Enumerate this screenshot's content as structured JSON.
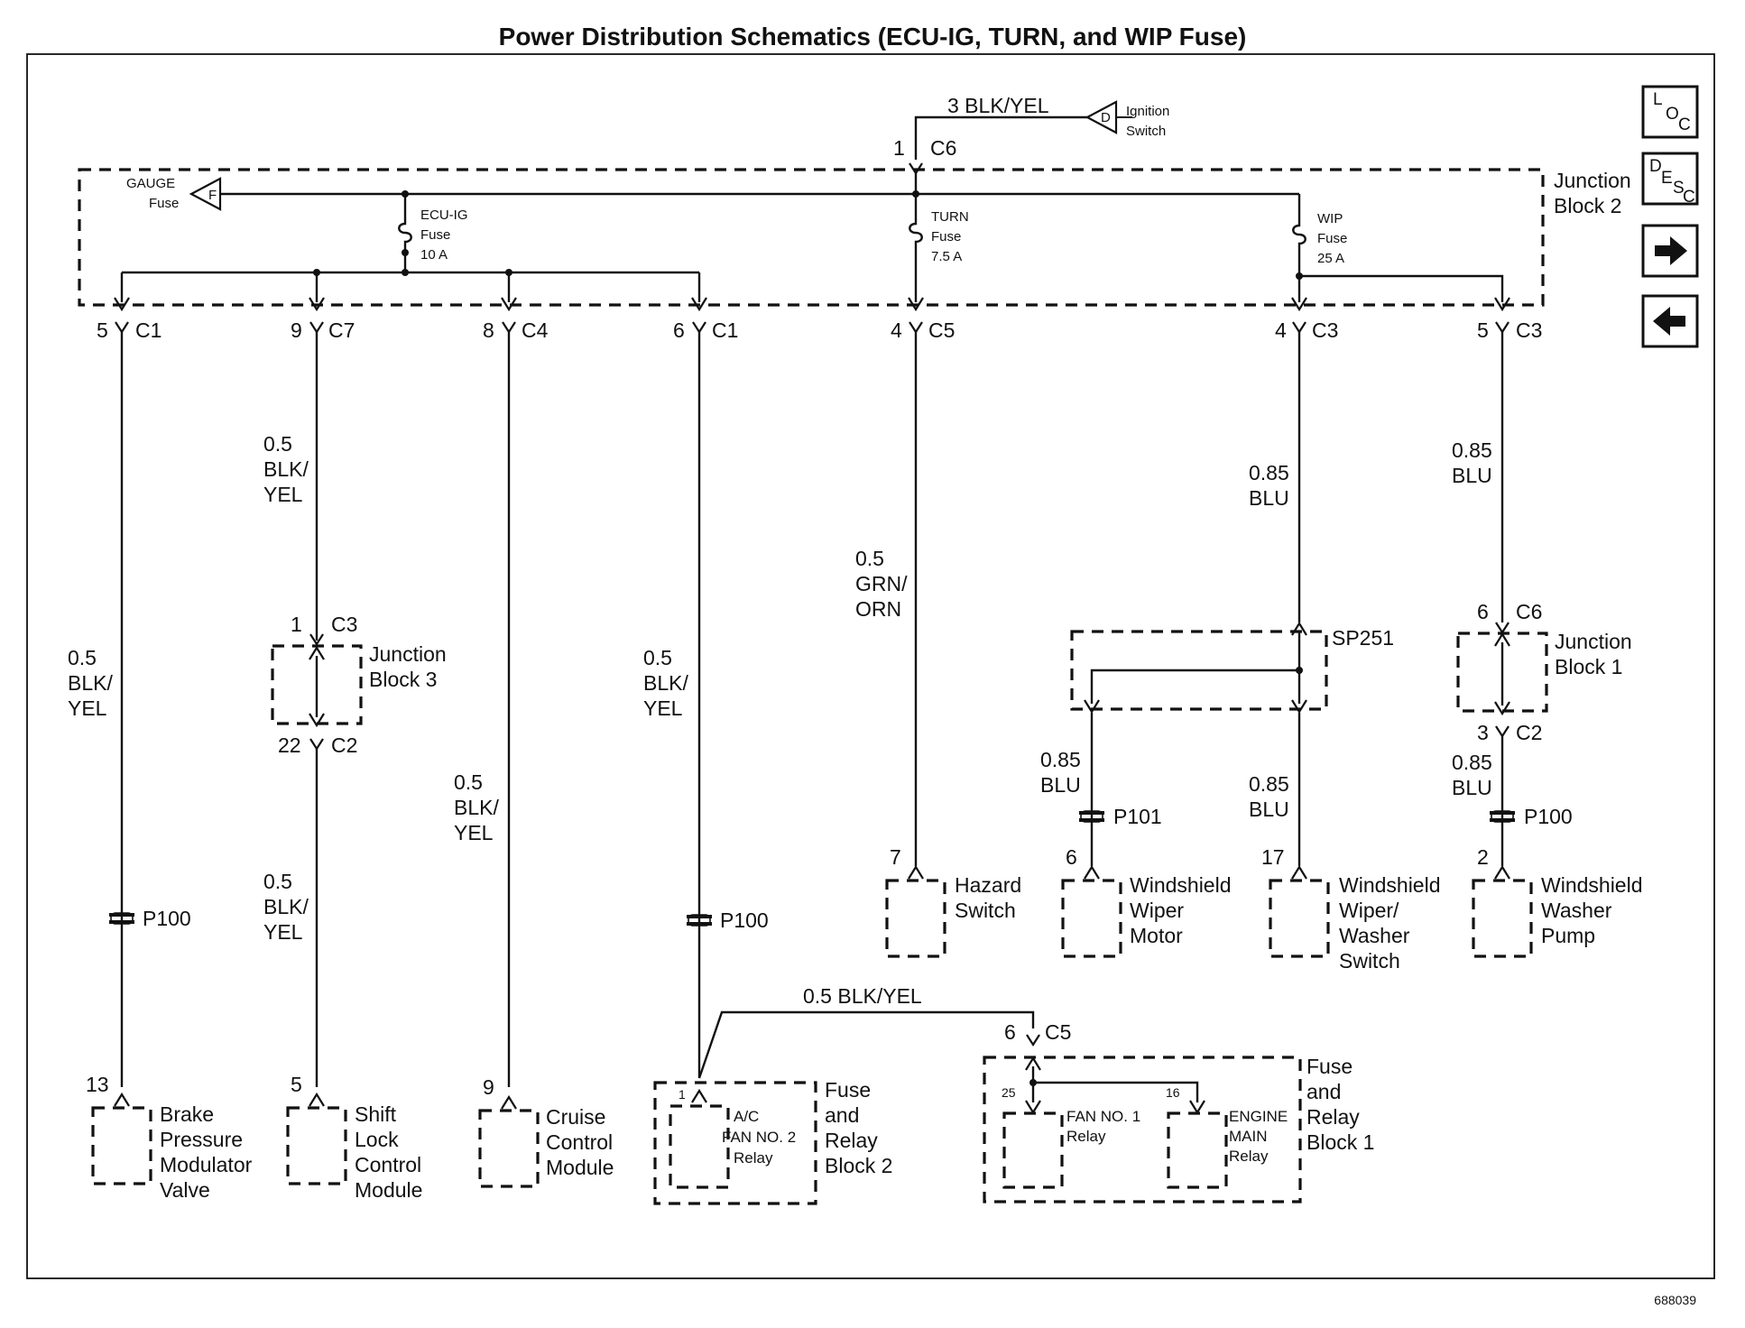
{
  "title": "Power Distribution Schematics (ECU-IG, TURN, and WIP Fuse)",
  "figure_number": "688039",
  "nav": {
    "loc": {
      "a": "L",
      "b": "O",
      "c": "C"
    },
    "desc": {
      "a": "D",
      "b": "E",
      "c": "S",
      "d": "C"
    }
  },
  "ignition": {
    "wire": "3 BLK/YEL",
    "tag": "D",
    "name_1": "Ignition",
    "name_2": "Switch",
    "pin": "1",
    "conn": "C6"
  },
  "gauge": {
    "tag": "F",
    "name_1": "GAUGE",
    "name_2": "Fuse"
  },
  "junction_block_2": {
    "line_1": "Junction",
    "line_2": "Block 2"
  },
  "fuses": {
    "ecu": {
      "name": "ECU-IG",
      "type": "Fuse",
      "rating": "10 A"
    },
    "turn": {
      "name": "TURN",
      "type": "Fuse",
      "rating": "7.5 A"
    },
    "wip": {
      "name": "WIP",
      "type": "Fuse",
      "rating": "25 A"
    }
  },
  "jb2_outputs": [
    {
      "pin": "5",
      "conn": "C1"
    },
    {
      "pin": "9",
      "conn": "C7"
    },
    {
      "pin": "8",
      "conn": "C4"
    },
    {
      "pin": "6",
      "conn": "C1"
    },
    {
      "pin": "4",
      "conn": "C5"
    },
    {
      "pin": "4",
      "conn": "C3"
    },
    {
      "pin": "5",
      "conn": "C3"
    }
  ],
  "wire_labels": {
    "brake": {
      "l1": "0.5",
      "l2": "BLK/",
      "l3": "YEL"
    },
    "shift_top": {
      "l1": "0.5",
      "l2": "BLK/",
      "l3": "YEL"
    },
    "shift_bottom": {
      "l1": "0.5",
      "l2": "BLK/",
      "l3": "YEL"
    },
    "cruise": {
      "l1": "0.5",
      "l2": "BLK/",
      "l3": "YEL"
    },
    "ac": {
      "l1": "0.5",
      "l2": "BLK/",
      "l3": "YEL"
    },
    "hazard": {
      "l1": "0.5",
      "l2": "GRN/",
      "l3": "ORN"
    },
    "wip_main": {
      "l1": "0.85",
      "l2": "BLU"
    },
    "washer_top": {
      "l1": "0.85",
      "l2": "BLU"
    },
    "wiper_motor": {
      "l1": "0.85",
      "l2": "BLU"
    },
    "wiper_switch": {
      "l1": "0.85",
      "l2": "BLU"
    },
    "washer_bottom": {
      "l1": "0.85",
      "l2": "BLU"
    },
    "fan1": "0.5 BLK/YEL"
  },
  "junction_block_3": {
    "line_1": "Junction",
    "line_2": "Block 3",
    "pin_in": "1",
    "conn_in": "C3",
    "pin_out": "22",
    "conn_out": "C2"
  },
  "junction_block_1": {
    "line_1": "Junction",
    "line_2": "Block 1",
    "pin_in": "6",
    "conn_in": "C6",
    "pin_out": "3",
    "conn_out": "C2"
  },
  "splice": {
    "name": "SP251"
  },
  "inline": {
    "p100": "P100",
    "p101": "P101"
  },
  "components": {
    "brake": {
      "pin": "13",
      "l1": "Brake",
      "l2": "Pressure",
      "l3": "Modulator",
      "l4": "Valve"
    },
    "shift": {
      "pin": "5",
      "l1": "Shift",
      "l2": "Lock",
      "l3": "Control",
      "l4": "Module"
    },
    "cruise": {
      "pin": "9",
      "l1": "Cruise",
      "l2": "Control",
      "l3": "Module"
    },
    "hazard": {
      "pin": "7",
      "l1": "Hazard",
      "l2": "Switch"
    },
    "wiper_motor": {
      "pin": "6",
      "l1": "Windshield",
      "l2": "Wiper",
      "l3": "Motor"
    },
    "wiper_switch": {
      "pin": "17",
      "l1": "Windshield",
      "l2": "Wiper/",
      "l3": "Washer",
      "l4": "Switch"
    },
    "washer_pump": {
      "pin": "2",
      "l1": "Windshield",
      "l2": "Washer",
      "l3": "Pump"
    }
  },
  "frb2": {
    "l1": "Fuse",
    "l2": "and",
    "l3": "Relay",
    "l4": "Block 2",
    "relay": {
      "pin": "1",
      "l1": "A/C",
      "l2": "FAN NO. 2",
      "l3": "Relay"
    }
  },
  "frb1": {
    "l1": "Fuse",
    "l2": "and",
    "l3": "Relay",
    "l4": "Block 1",
    "pin_in": "6",
    "conn_in": "C5",
    "fan1": {
      "pin": "25",
      "l1": "FAN NO. 1",
      "l2": "Relay"
    },
    "engine": {
      "pin": "16",
      "l1": "ENGINE",
      "l2": "MAIN",
      "l3": "Relay"
    }
  }
}
